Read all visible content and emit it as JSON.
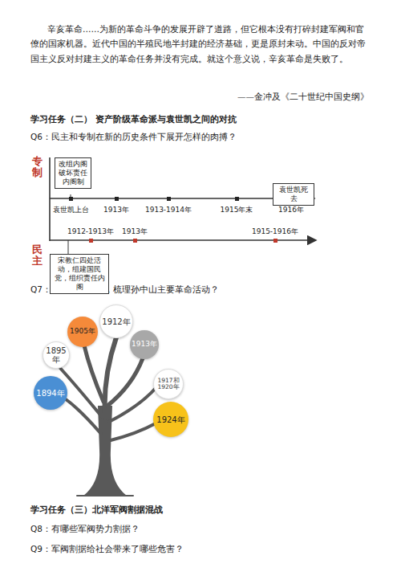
{
  "diagram": {
    "nodes": [
      {
        "text": [
          "改组内阁 破坏责任 内阁制"
        ]
      },
      {
        "text": [
          "袁世凯死去"
        ]
      },
      {
        "text": [
          "宋教仁四处活动，组建国民党，组织责任内阁"
        ]
      },
      {
        "text": [
          "1912年"
        ]
      },
      {
        "text": [
          "1905年"
        ]
      },
      {
        "text": [
          "1913年"
        ]
      },
      {
        "text": [
          "1895年"
        ]
      },
      {
        "text": [
          "1917和1920年"
        ]
      },
      {
        "text": [
          "1894年"
        ]
      },
      {
        "text": [
          "1924年"
        ]
      }
    ],
    "edges": [],
    "labels": [
      "辛亥革命……为新的革命斗争的发展开辟了道路，但它根本没有打碎封建军阀和官僚的国家机器。近代中国的半殖民地半封建的经济基础，更是原封未动。中国的反对帝国主义反对封建主义的革命任务并没有完成。就这个意义说，辛亥革命是失败了。",
      "——金冲及《二十世纪中国史纲》",
      "学习任务（二） 资产阶级革命派与袁世凯之间的对抗",
      "Q6：民主和专制在新的历史条件下展开怎样的肉搏？",
      "专制",
      "民主",
      "袁世凯上台",
      "1913年",
      "1913-1914年",
      "1915年末",
      "1916年",
      "1912-1913年",
      "1913年",
      "1915-1916年",
      "Q7：结合单元所学，梳理孙中山主要革命活动？",
      "学习任务（三）北洋军阀割据混战",
      "Q8：有哪些军阀势力割据？",
      "Q9：军阀割据给社会带来了哪些危害？"
    ]
  }
}
